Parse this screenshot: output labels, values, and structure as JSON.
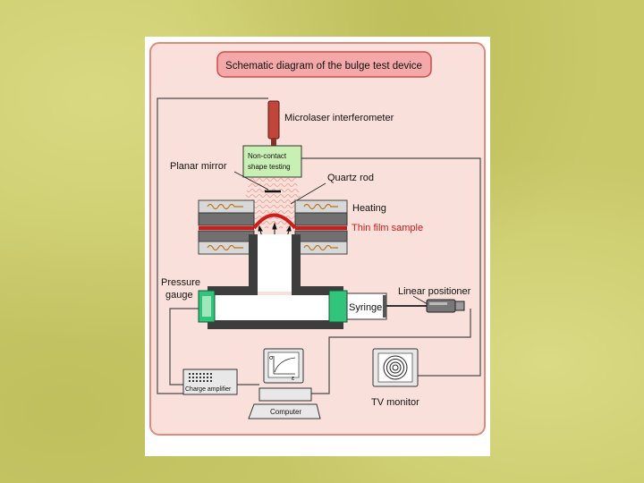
{
  "title": "Schematic diagram of the bulge test device",
  "labels": {
    "interferometer": "Microlaser interferometer",
    "shape_testing_line1": "Non-contact",
    "shape_testing_line2": "shape testing",
    "planar_mirror": "Planar mirror",
    "quartz_rod": "Quartz rod",
    "heating": "Heating",
    "thin_film": "Thin film sample",
    "pressure_gauge_line1": "Pressure",
    "pressure_gauge_line2": "gauge",
    "syringe": "Syringe",
    "linear_positioner": "Linear positioner",
    "charge_amplifier": "Charge amplifier",
    "computer": "Computer",
    "tv_monitor": "TV monitor",
    "plot_y_axis": "σ",
    "plot_x_axis": "ε"
  },
  "colors": {
    "panel_fill": "#f9e0da",
    "panel_border": "#e28a7a",
    "title_fill": "#f4a8a8",
    "title_border": "#d24a4a",
    "wall": "#3d3d3d",
    "heater": "#707070",
    "film": "#d11a1a",
    "laser": "#c0453a",
    "box_green": "#c9f0b4",
    "gauge_green": "#31c47a"
  },
  "icons": [
    "microlaser-icon",
    "heating-coil-icon",
    "pressure-gauge-icon",
    "syringe-icon",
    "positioner-icon",
    "computer-icon",
    "tv-monitor-icon",
    "charge-amplifier-icon"
  ]
}
